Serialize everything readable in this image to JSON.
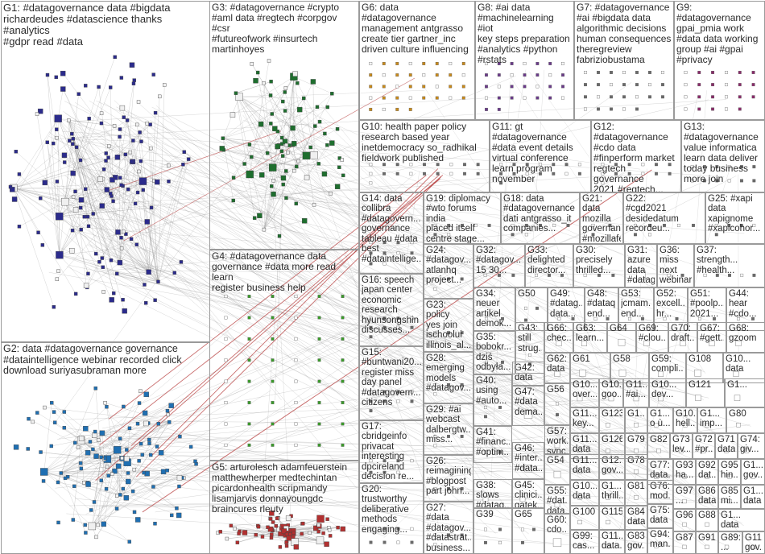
{
  "graph_title": "",
  "groups": [
    {
      "id": "G1",
      "label": "G1: #datagovernance data #bigdata\nrichardeudes #datascience thanks #analytics\n#gdpr read #data",
      "color": "#2b2b8c"
    },
    {
      "id": "G2",
      "label": "G2: data #datagovernance governance\n#dataintelligence webinar recorded click\ndownload suriyasubraman more",
      "color": "#1f6fb2"
    },
    {
      "id": "G3",
      "label": "G3: #datagovernance #crypto\n#aml data #regtech #corpgov #csr\n#futureofwork #insurtech\nmartinhoyes",
      "color": "#1e6e2e"
    },
    {
      "id": "G4",
      "label": "G4: #datagovernance data\ngovernance #data more read learn\nregister business help",
      "color": "#3a9a2a"
    },
    {
      "id": "G5",
      "label": "G5: arturolesch adamfeuerstein\nmatthewherper medtechintan\npicardonhealth scripmandy\nlisamjarvis donnayoungdc\nbraincures rleuty",
      "color": "#b23030"
    },
    {
      "id": "G6",
      "label": "G6: data\n#datagovernance\nmanagement antgrasso\ncreate tier gartner_inc\ndriven culture influencing",
      "color": "#c98a1a"
    },
    {
      "id": "G7",
      "label": "G7: #datagovernance\n#ai #bigdata data\nalgorithmic decisions\nhuman consequences\ntheregreview\nfabriziobustama",
      "color": "#6a6a6a"
    },
    {
      "id": "G8",
      "label": "G8: #ai data\n#machinelearning #iot\nkey steps preparation\n#analytics #python\n#rstats",
      "color": "#6a3a8a"
    },
    {
      "id": "G9",
      "label": "G9:\n#datagovernance\ngpai_pmia work\n#data data working\ngroup #ai #gpai\n#privacy",
      "color": "#8a2a6a"
    },
    {
      "id": "G10",
      "label": "G10: health paper policy\nresearch based year\ninetdemocracy so_radhikal\nfieldwork published",
      "color": "#6a6a6a"
    },
    {
      "id": "G11",
      "label": "G11: gt\n#datagovernance\n#data event details\nvirtual conference\nlearn program\nnovember",
      "color": "#6a6a6a"
    },
    {
      "id": "G12",
      "label": "G12:\n#datagovernance\n#cdo data\n#finperform market\nregtech governance\n2021 #regtech...",
      "color": "#6a6a6a"
    },
    {
      "id": "G13",
      "label": "G13:\n#datagovernance\nvalue informatica\nlearn data deliver\ntoday business\nmore join",
      "color": "#6a6a6a"
    },
    {
      "id": "G14",
      "label": "G14: data\ncollibra\n#datagovern...\ngovernance\ntableau #data\nbest\n#dataintellige...",
      "color": "#6a6a6a"
    },
    {
      "id": "G15",
      "label": "G15:\n#buntwani20...\nregister miss\nday panel\n#datagovern...\ncitizens",
      "color": "#6a6a6a"
    },
    {
      "id": "G16",
      "label": "G16: speech\njapan center\neconomic\nresearch\nhyunsongshin\ndiscusses...",
      "color": "#6a6a6a"
    },
    {
      "id": "G17",
      "label": "G17:\ncbridgeinfo\nprivacat\ninteresting\ndpcireland\ndecision re...",
      "color": "#6a6a6a"
    },
    {
      "id": "G18",
      "label": "G18: data\n#datagovernance\ndati antgrasso_it\ncompanies...",
      "color": "#6a6a6a"
    },
    {
      "id": "G19",
      "label": "G19: diplomacy\n#wto forums india\nplaced itself\ncentre stage...",
      "color": "#6a6a6a"
    },
    {
      "id": "G20",
      "label": "G20:\ntrustworthy\ndeliberative\nmethods\nengaging...",
      "color": "#6a6a6a"
    },
    {
      "id": "G21",
      "label": "G21: data\nmozilla\ngovernance\n#mozillafello...",
      "color": "#6a6a6a"
    },
    {
      "id": "G22",
      "label": "G22:\n#cgd2021\ndesidedatum\nrecordeu...",
      "color": "#6a6a6a"
    },
    {
      "id": "G23",
      "label": "G23: policy\nyes join\nischoolui\nillinois_al...",
      "color": "#6a6a6a"
    },
    {
      "id": "G24",
      "label": "G24:\n#datagov...\natlanhq\nproject...",
      "color": "#6a6a6a"
    },
    {
      "id": "G25",
      "label": "G25: #xapi\ndata\nxapignome\n#xapicohor...",
      "color": "#6a6a6a"
    },
    {
      "id": "G26",
      "label": "G26:\nreimagining\n#blogpost\npart john...",
      "color": "#6a6a6a"
    },
    {
      "id": "G27",
      "label": "G27: #data\n#datagov...\n#datastrat...\nbusiness...",
      "color": "#6a6a6a"
    },
    {
      "id": "G28",
      "label": "G28:\nemerging\nmodels\n#datagov...",
      "color": "#6a6a6a"
    },
    {
      "id": "G29",
      "label": "G29: #ai\nwebcast\ndalbergtw...\nmiss...",
      "color": "#6a6a6a"
    },
    {
      "id": "G30",
      "label": "G30:\nprecisely\nthrilled...",
      "color": "#6a6a6a"
    },
    {
      "id": "G31",
      "label": "G31: azure\ndata\n#datagov...",
      "color": "#6a6a6a"
    },
    {
      "id": "G32",
      "label": "G32:\n#datagov...\n15 30...",
      "color": "#6a6a6a"
    },
    {
      "id": "G33",
      "label": "G33:\ndelighted\ndirector...",
      "color": "#6a6a6a"
    },
    {
      "id": "G34",
      "label": "G34:\nneuer\nartikel\ndemok...",
      "color": "#6a6a6a"
    },
    {
      "id": "G35",
      "label": "G35:\nbobokr...\ndziś\nodbyła...",
      "color": "#6a6a6a"
    },
    {
      "id": "G36",
      "label": "G36:\nmiss next\nwebinar...",
      "color": "#6a6a6a"
    },
    {
      "id": "G37",
      "label": "G37:\nstrength...\n#health...",
      "color": "#6a6a6a"
    },
    {
      "id": "G38",
      "label": "G38:\nslows\n#datag...",
      "color": "#6a6a6a"
    },
    {
      "id": "G39",
      "label": "G39",
      "color": "#6a6a6a"
    },
    {
      "id": "G40",
      "label": "G40:\nusing\n#auto...",
      "color": "#6a6a6a"
    },
    {
      "id": "G41",
      "label": "G41:\n#financ...\n#optim...",
      "color": "#6a6a6a"
    },
    {
      "id": "G42",
      "label": "G42:\ndata",
      "color": "#6a6a6a"
    },
    {
      "id": "G43",
      "label": "G43:\nstill\nstrug...",
      "color": "#6a6a6a"
    },
    {
      "id": "G44",
      "label": "G44:\nhear\n#cdo...",
      "color": "#6a6a6a"
    },
    {
      "id": "G45",
      "label": "G45:\nclinici...\ngatek...",
      "color": "#6a6a6a"
    },
    {
      "id": "G46",
      "label": "G46:\n#inter...\n#data...",
      "color": "#6a6a6a"
    },
    {
      "id": "G47",
      "label": "G47:\n#data\ndema...",
      "color": "#6a6a6a"
    },
    {
      "id": "G48",
      "label": "G48:\n#dataq...\nend...",
      "color": "#6a6a6a"
    },
    {
      "id": "G49",
      "label": "G49:\n#datag...\ndata...",
      "color": "#6a6a6a"
    },
    {
      "id": "G50",
      "label": "G50",
      "color": "#6a6a6a"
    },
    {
      "id": "G51",
      "label": "G51:\n#poolp...\n2021...",
      "color": "#6a6a6a"
    },
    {
      "id": "G52",
      "label": "G52:\nexcell...\nhr...",
      "color": "#6a6a6a"
    },
    {
      "id": "G53",
      "label": "G53:\njcmam...\nend...",
      "color": "#6a6a6a"
    },
    {
      "id": "G54",
      "label": "G54",
      "color": "#6a6a6a"
    },
    {
      "id": "G55",
      "label": "G55:\n#dat...\ndata",
      "color": "#6a6a6a"
    },
    {
      "id": "G56",
      "label": "G56",
      "color": "#6a6a6a"
    },
    {
      "id": "G57",
      "label": "G57:\nwork...\nsync...",
      "color": "#6a6a6a"
    },
    {
      "id": "G58",
      "label": "G58",
      "color": "#6a6a6a"
    },
    {
      "id": "G59",
      "label": "G59:\ncompli...",
      "color": "#6a6a6a"
    },
    {
      "id": "G60",
      "label": "G60:\ncdo...",
      "color": "#6a6a6a"
    },
    {
      "id": "G61",
      "label": "G61",
      "color": "#6a6a6a"
    },
    {
      "id": "G62",
      "label": "G62:\ndata",
      "color": "#6a6a6a"
    },
    {
      "id": "G63",
      "label": "G63:\nlearn...",
      "color": "#6a6a6a"
    },
    {
      "id": "G64",
      "label": "G64",
      "color": "#6a6a6a"
    },
    {
      "id": "G65",
      "label": "G65",
      "color": "#6a6a6a"
    },
    {
      "id": "G66",
      "label": "G66:\nchec...",
      "color": "#6a6a6a"
    },
    {
      "id": "G67",
      "label": "G67:\n#gett...",
      "color": "#6a6a6a"
    },
    {
      "id": "G68",
      "label": "G68:\ngzoom",
      "color": "#6a6a6a"
    },
    {
      "id": "G69",
      "label": "G69:\n#clou...",
      "color": "#6a6a6a"
    },
    {
      "id": "G70",
      "label": "G70:\ndraft...",
      "color": "#6a6a6a"
    },
    {
      "id": "G71",
      "label": "G71:\ndata",
      "color": "#6a6a6a"
    },
    {
      "id": "G72",
      "label": "G72:\n#pr...",
      "color": "#6a6a6a"
    },
    {
      "id": "G73",
      "label": "G73:\nlev...",
      "color": "#6a6a6a"
    },
    {
      "id": "G74",
      "label": "G74:\ngiv...",
      "color": "#6a6a6a"
    },
    {
      "id": "G75",
      "label": "G75:\ndata",
      "color": "#6a6a6a"
    },
    {
      "id": "G76",
      "label": "G76:\nmod...",
      "color": "#6a6a6a"
    },
    {
      "id": "G77",
      "label": "G77:\ndata...",
      "color": "#6a6a6a"
    },
    {
      "id": "G78",
      "label": "G78",
      "color": "#6a6a6a"
    },
    {
      "id": "G79",
      "label": "G79",
      "color": "#6a6a6a"
    },
    {
      "id": "G80",
      "label": "G80",
      "color": "#6a6a6a"
    },
    {
      "id": "G81",
      "label": "G81",
      "color": "#6a6a6a"
    },
    {
      "id": "G82",
      "label": "G82",
      "color": "#6a6a6a"
    },
    {
      "id": "G83",
      "label": "G83:\ngov...",
      "color": "#6a6a6a"
    },
    {
      "id": "G84",
      "label": "G84:\ndata",
      "color": "#6a6a6a"
    },
    {
      "id": "G85",
      "label": "G85:\nmi...",
      "color": "#6a6a6a"
    },
    {
      "id": "G86",
      "label": "G86:\ndata...",
      "color": "#6a6a6a"
    },
    {
      "id": "G87",
      "label": "G87",
      "color": "#6a6a6a"
    },
    {
      "id": "G88",
      "label": "G88",
      "color": "#6a6a6a"
    },
    {
      "id": "G89",
      "label": "G89:\n...",
      "color": "#6a6a6a"
    },
    {
      "id": "G91",
      "label": "G91",
      "color": "#6a6a6a"
    },
    {
      "id": "G92",
      "label": "G92:\ndat...",
      "color": "#6a6a6a"
    },
    {
      "id": "G93",
      "label": "G93:\nha...",
      "color": "#6a6a6a"
    },
    {
      "id": "G94",
      "label": "G94:\nman...",
      "color": "#6a6a6a"
    },
    {
      "id": "G95",
      "label": "G95:\nhin...",
      "color": "#6a6a6a"
    },
    {
      "id": "G96",
      "label": "G96",
      "color": "#6a6a6a"
    },
    {
      "id": "G97",
      "label": "G97:\n...",
      "color": "#6a6a6a"
    },
    {
      "id": "G99",
      "label": "G99:\ncas...",
      "color": "#6a6a6a"
    },
    {
      "id": "G100",
      "label": "G100",
      "color": "#6a6a6a"
    },
    {
      "id": "G101",
      "label": "G10...\ndata",
      "color": "#6a6a6a"
    },
    {
      "id": "G104",
      "label": "G10...\nover...",
      "color": "#6a6a6a"
    },
    {
      "id": "G105",
      "label": "G10...\nhell...",
      "color": "#6a6a6a"
    },
    {
      "id": "G106",
      "label": "G10...\ndev...",
      "color": "#6a6a6a"
    },
    {
      "id": "G107",
      "label": "G10...\ngoo...",
      "color": "#6a6a6a"
    },
    {
      "id": "G108",
      "label": "G108",
      "color": "#6a6a6a"
    },
    {
      "id": "G109",
      "label": "G10...\ndata",
      "color": "#6a6a6a"
    },
    {
      "id": "G110",
      "label": "G11...\nkey...",
      "color": "#6a6a6a"
    },
    {
      "id": "G111",
      "label": "G11...\ngov...",
      "color": "#6a6a6a"
    },
    {
      "id": "G112",
      "label": "G11...\ndata...",
      "color": "#6a6a6a"
    },
    {
      "id": "G113",
      "label": "G11...\ndata",
      "color": "#6a6a6a"
    },
    {
      "id": "G114",
      "label": "G11...\ndata",
      "color": "#6a6a6a"
    },
    {
      "id": "G115",
      "label": "G115",
      "color": "#6a6a6a"
    },
    {
      "id": "G116",
      "label": "G11...\n#ai...",
      "color": "#6a6a6a"
    },
    {
      "id": "G117",
      "label": "G1...\ndata",
      "color": "#6a6a6a"
    },
    {
      "id": "G118",
      "label": "G1...\ndata",
      "color": "#6a6a6a"
    },
    {
      "id": "G120",
      "label": "G1...\ngov...",
      "color": "#6a6a6a"
    },
    {
      "id": "G121",
      "label": "G121",
      "color": "#6a6a6a"
    },
    {
      "id": "G122",
      "label": "G12...\ngov...",
      "color": "#6a6a6a"
    },
    {
      "id": "G123",
      "label": "G123",
      "color": "#6a6a6a"
    },
    {
      "id": "G124",
      "label": "G1...\nthrill...",
      "color": "#6a6a6a"
    },
    {
      "id": "G125",
      "label": "G1...\nimp...",
      "color": "#6a6a6a"
    },
    {
      "id": "G126",
      "label": "G126",
      "color": "#6a6a6a"
    },
    {
      "id": "G127",
      "label": "G1...",
      "color": "#6a6a6a"
    },
    {
      "id": "G128",
      "label": "G1...\nо ù...",
      "color": "#6a6a6a"
    },
    {
      "id": "G129",
      "label": "G1...",
      "color": "#6a6a6a"
    }
  ]
}
